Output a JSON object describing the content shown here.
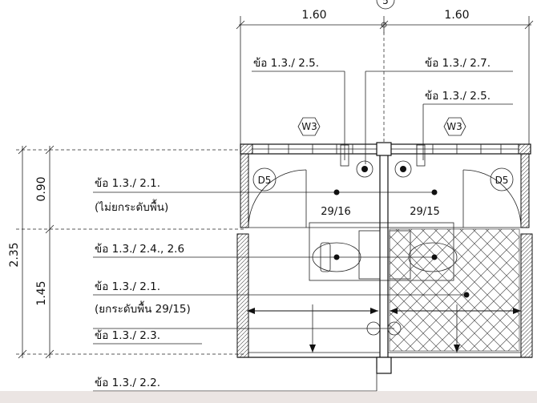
{
  "grid_bubble": "5",
  "dimensions": {
    "top_left": "1.60",
    "top_right": "1.60",
    "left_overall": "2.35",
    "left_upper": "0.90",
    "left_lower": "1.45"
  },
  "window_tags": [
    "W3",
    "W3"
  ],
  "door_tags": [
    "D5",
    "D5"
  ],
  "room_codes": [
    "29/16",
    "29/15"
  ],
  "notes": {
    "n_2_5_left": "ข้อ 1.3./ 2.5.",
    "n_2_7": "ข้อ 1.3./ 2.7.",
    "n_2_5_right": "ข้อ 1.3./ 2.5.",
    "n_2_1_upper": "ข้อ 1.3./ 2.1.",
    "n_2_1_upper_sub": "(ไม่ยกระดับพื้น)",
    "n_2_4": "ข้อ 1.3./ 2.4., 2.6",
    "n_2_1_lower": "ข้อ 1.3./ 2.1.",
    "n_2_1_lower_sub": "(ยกระดับพื้น 29/15)",
    "n_2_3": "ข้อ 1.3./ 2.3.",
    "n_2_2": "ข้อ 1.3./ 2.2."
  }
}
